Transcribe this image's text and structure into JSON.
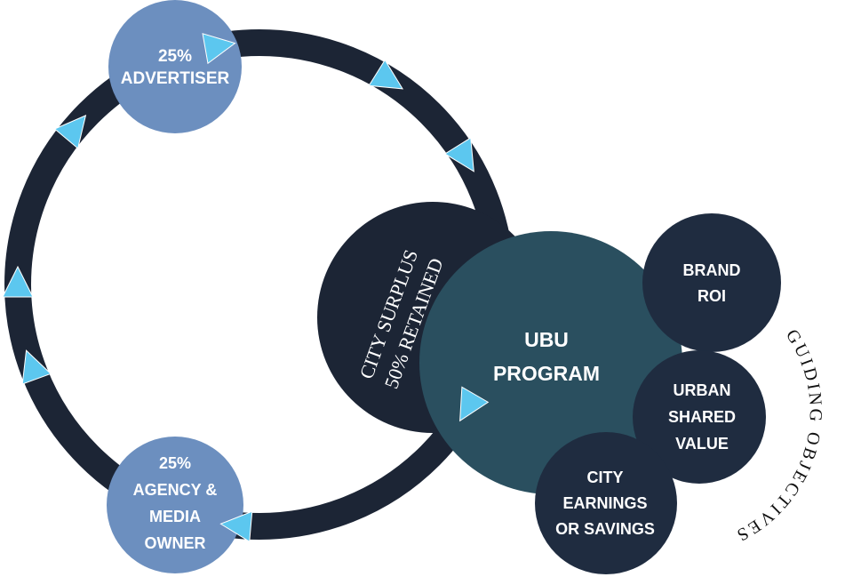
{
  "colors": {
    "ring": "#1c2535",
    "advertiser": "#6c8fbf",
    "agency": "#6c8fbf",
    "surplus": "#1c2535",
    "program": "#2a4f5f",
    "objectives": "#1f2c40",
    "arrow": "#5cc7ef"
  },
  "advertiser": {
    "line1": "25%",
    "line2": "ADVERTISER"
  },
  "agency": {
    "line1": "25%",
    "line2": "AGENCY &",
    "line3": "MEDIA",
    "line4": "OWNER"
  },
  "surplus": {
    "line1": "CITY SURPLUS",
    "line2": "50% RETAINED"
  },
  "program": {
    "line1": "UBU",
    "line2": "PROGRAM"
  },
  "objectives": {
    "brand": {
      "line1": "BRAND",
      "line2": "ROI"
    },
    "urban": {
      "line1": "URBAN",
      "line2": "SHARED",
      "line3": "VALUE"
    },
    "city": {
      "line1": "CITY",
      "line2": "EARNINGS",
      "line3": "OR SAVINGS"
    }
  },
  "arc_label": "GUIDING OBJECTIVES"
}
